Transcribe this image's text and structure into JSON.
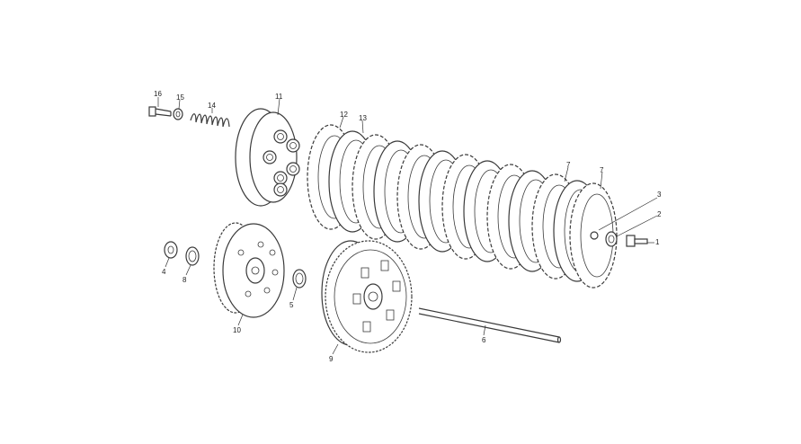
{
  "callouts": [
    {
      "id": "1",
      "text": "1"
    },
    {
      "id": "2",
      "text": "2"
    },
    {
      "id": "3",
      "text": "3"
    },
    {
      "id": "4",
      "text": "4"
    },
    {
      "id": "5",
      "text": "5"
    },
    {
      "id": "6",
      "text": "6"
    },
    {
      "id": "7a",
      "text": "7"
    },
    {
      "id": "7b",
      "text": "7"
    },
    {
      "id": "8",
      "text": "8"
    },
    {
      "id": "9",
      "text": "9"
    },
    {
      "id": "10",
      "text": "10"
    },
    {
      "id": "11",
      "text": "11"
    },
    {
      "id": "12",
      "text": "12"
    },
    {
      "id": "13",
      "text": "13"
    },
    {
      "id": "14",
      "text": "14"
    },
    {
      "id": "15",
      "text": "15"
    },
    {
      "id": "16",
      "text": "16"
    }
  ],
  "colors": {
    "line": "#3a3a3a",
    "background": "#ffffff"
  }
}
